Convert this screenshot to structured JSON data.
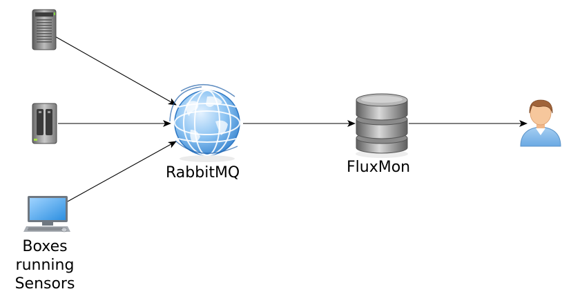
{
  "nodes": {
    "rabbitmq": {
      "label": "RabbitMQ",
      "icon": "globe-icon"
    },
    "fluxmon": {
      "label": "FluxMon",
      "icon": "database-icon"
    },
    "boxes": {
      "label_lines": [
        "Boxes",
        "running",
        "Sensors"
      ],
      "icon": "desktop-computer-icon"
    },
    "tower_server": {
      "icon": "tower-server-icon"
    },
    "nas_server": {
      "icon": "nas-server-icon"
    },
    "user": {
      "icon": "user-icon"
    }
  },
  "edges": [
    {
      "from": "tower_server",
      "to": "rabbitmq"
    },
    {
      "from": "nas_server",
      "to": "rabbitmq"
    },
    {
      "from": "boxes",
      "to": "rabbitmq"
    },
    {
      "from": "rabbitmq",
      "to": "fluxmon"
    },
    {
      "from": "fluxmon",
      "to": "user"
    }
  ],
  "colors": {
    "edge": "#000000",
    "globe": "#4a90d9",
    "database": "#6e6e6e",
    "user_shirt": "#7fb6e8",
    "user_skin": "#f6c79c",
    "user_hair": "#a0643a"
  }
}
